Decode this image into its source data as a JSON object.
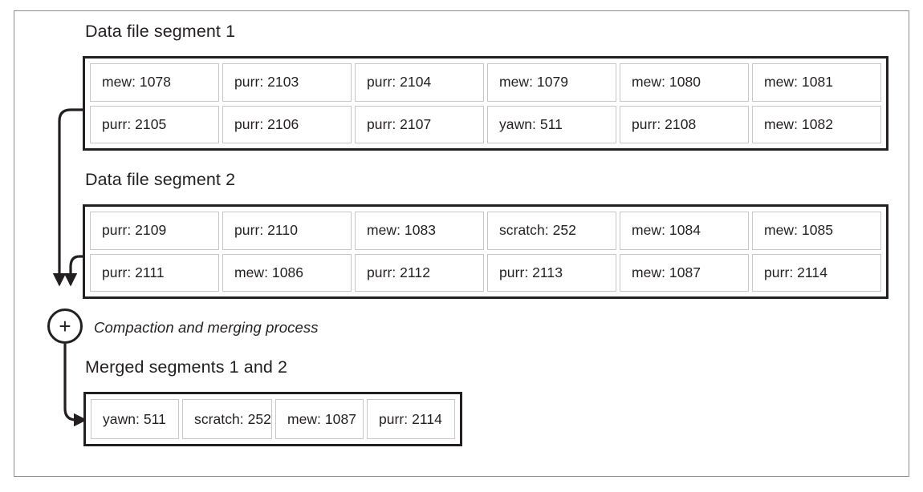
{
  "figure": {
    "merge_node_symbol": "+",
    "process_label": "Compaction and merging process"
  },
  "segments": [
    {
      "caption": "Data file segment 1",
      "rows": [
        [
          "mew: 1078",
          "purr: 2103",
          "purr: 2104",
          "mew: 1079",
          "mew: 1080",
          "mew: 1081"
        ],
        [
          "purr: 2105",
          "purr: 2106",
          "purr: 2107",
          "yawn: 511",
          "purr: 2108",
          "mew: 1082"
        ]
      ]
    },
    {
      "caption": "Data file segment 2",
      "rows": [
        [
          "purr: 2109",
          "purr: 2110",
          "mew: 1083",
          "scratch: 252",
          "mew: 1084",
          "mew: 1085"
        ],
        [
          "purr: 2111",
          "mew: 1086",
          "purr: 2112",
          "purr: 2113",
          "mew: 1087",
          "purr: 2114"
        ]
      ]
    }
  ],
  "merged": {
    "caption": "Merged segments 1 and 2",
    "rows": [
      [
        "yawn: 511",
        "scratch: 252",
        "mew: 1087",
        "purr: 2114"
      ]
    ]
  },
  "colors": {
    "ink": "#231f20",
    "cell_border": "#c7c7c7",
    "frame": "#8c8c8c",
    "background": "#ffffff"
  }
}
